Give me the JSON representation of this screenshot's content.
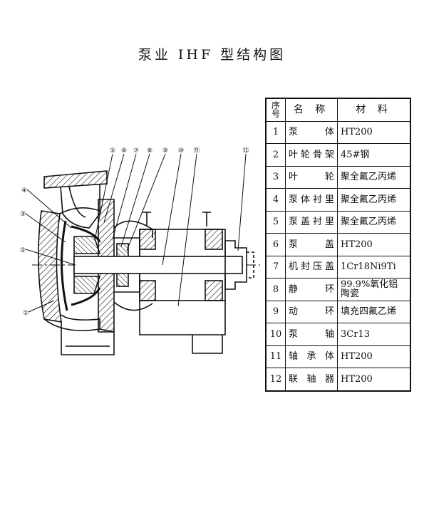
{
  "title": "泵业 IHF 型结构图",
  "table": {
    "headers": [
      "序号",
      "名 称",
      "材 料"
    ],
    "rows": [
      {
        "no": "1",
        "name": "泵 体",
        "material": "HT200"
      },
      {
        "no": "2",
        "name": "叶轮骨架",
        "material": "45#钢"
      },
      {
        "no": "3",
        "name": "叶 轮",
        "material": "聚全氟乙丙烯"
      },
      {
        "no": "4",
        "name": "泵体衬里",
        "material": "聚全氟乙丙烯"
      },
      {
        "no": "5",
        "name": "泵盖衬里",
        "material": "聚全氟乙丙烯"
      },
      {
        "no": "6",
        "name": "泵 盖",
        "material": "HT200"
      },
      {
        "no": "7",
        "name": "机封压盖",
        "material": "1Cr18Ni9Ti"
      },
      {
        "no": "8",
        "name": "静 环",
        "material": "99.9%氧化铝陶瓷"
      },
      {
        "no": "9",
        "name": "动 环",
        "material": "填充四氟乙烯"
      },
      {
        "no": "10",
        "name": "泵 轴",
        "material": "3Cr13"
      },
      {
        "no": "11",
        "name": "轴承体",
        "material": "HT200"
      },
      {
        "no": "12",
        "name": "联轴器",
        "material": "HT200"
      }
    ]
  },
  "callouts": [
    "⑤",
    "⑥",
    "⑦",
    "⑧",
    "⑨",
    "⑩",
    "⑪",
    "⑫",
    "④",
    "③",
    "②",
    "①"
  ]
}
